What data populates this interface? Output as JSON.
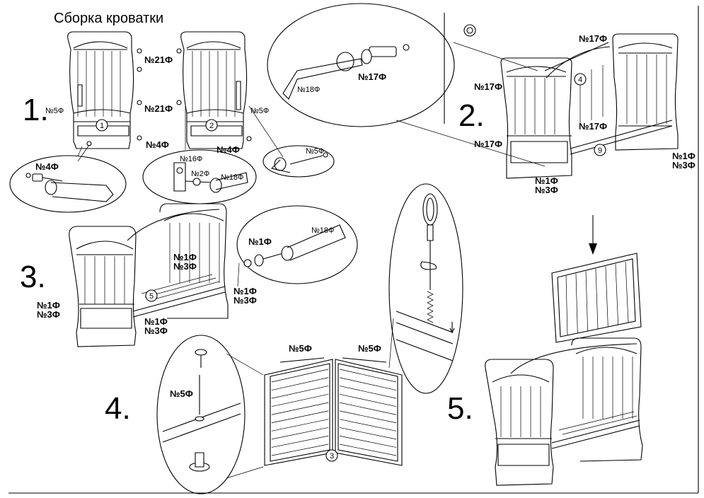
{
  "title": "Сборка кроватки",
  "steps": [
    "1.",
    "2.",
    "3.",
    "4.",
    "5."
  ],
  "callouts": [
    "1",
    "2",
    "3",
    "4",
    "5",
    "9"
  ],
  "step1": {
    "part_21a": "№21Ф",
    "part_21b": "№21Ф",
    "part_5_left": "№5Ф",
    "part_5_right": "№5Ф",
    "part_4_left": "№4Ф",
    "part_4_right": "№4Ф",
    "zoom_left_4": "№4Ф",
    "zoom_mid_16": "№16Ф",
    "zoom_mid_2": "№2Ф",
    "zoom_mid_18": "№18Ф",
    "zoom_right_5": "№5Ф"
  },
  "step2": {
    "zoom_18": "№18Ф",
    "zoom_17": "№17Ф",
    "part_17_top": "№17Ф",
    "part_17_left_a": "№17Ф",
    "part_17_mid": "№17Ф",
    "part_17_left_b": "№17Ф",
    "part_1_bottom": "№1Ф",
    "part_3_bottom": "№3Ф",
    "part_1_right": "№1Ф",
    "part_3_right": "№3Ф"
  },
  "step3": {
    "zoom_1": "№1Ф",
    "zoom_18": "№18Ф",
    "part_1_center": "№1Ф",
    "part_3_center": "№3Ф",
    "part_1_right": "№1Ф",
    "part_3_right": "№3Ф",
    "part_1_left": "№1Ф",
    "part_3_left": "№3Ф",
    "part_1_bottom": "№1Ф",
    "part_3_bottom": "№3Ф"
  },
  "step4": {
    "part_5_left": "№5Ф",
    "part_5_right": "№5Ф",
    "zoom_5": "№5Ф"
  }
}
